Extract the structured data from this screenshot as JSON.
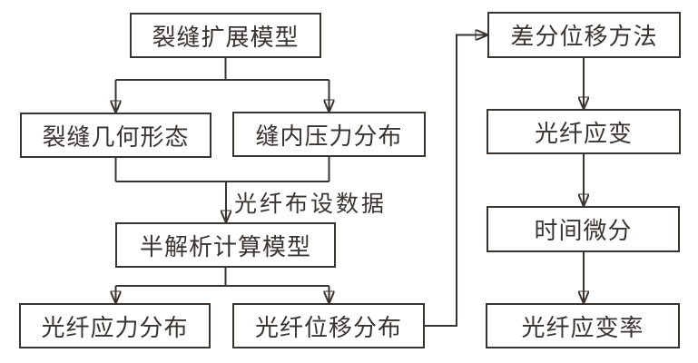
{
  "diagram": {
    "title": "",
    "colors": {
      "line": "#3a3430",
      "background": "#ffffff"
    },
    "nodes": [
      {
        "id": "fracture-propagation-model",
        "label": "裂缝扩展模型"
      },
      {
        "id": "fracture-geometry",
        "label": "裂缝几何形态"
      },
      {
        "id": "in-fracture-pressure-distribution",
        "label": "缝内压力分布"
      },
      {
        "id": "semi-analytical-calculation-model",
        "label": "半解析计算模型"
      },
      {
        "id": "fiber-stress-distribution",
        "label": "光纤应力分布"
      },
      {
        "id": "fiber-displacement-distribution",
        "label": "光纤位移分布"
      },
      {
        "id": "differential-displacement-method",
        "label": "差分位移方法"
      },
      {
        "id": "fiber-strain",
        "label": "光纤应变"
      },
      {
        "id": "time-differentiation",
        "label": "时间微分"
      },
      {
        "id": "fiber-strain-rate",
        "label": "光纤应变率"
      }
    ],
    "edge_label": "光纤布设数据",
    "edges": [
      {
        "from": "裂缝扩展模型",
        "to": "裂缝几何形态",
        "label": ""
      },
      {
        "from": "裂缝扩展模型",
        "to": "缝内压力分布",
        "label": ""
      },
      {
        "from": "裂缝几何形态",
        "to": "半解析计算模型",
        "label": "光纤布设数据"
      },
      {
        "from": "缝内压力分布",
        "to": "半解析计算模型",
        "label": "光纤布设数据"
      },
      {
        "from": "半解析计算模型",
        "to": "光纤应力分布",
        "label": ""
      },
      {
        "from": "半解析计算模型",
        "to": "光纤位移分布",
        "label": ""
      },
      {
        "from": "光纤位移分布",
        "to": "差分位移方法",
        "label": ""
      },
      {
        "from": "差分位移方法",
        "to": "光纤应变",
        "label": ""
      },
      {
        "from": "光纤应变",
        "to": "时间微分",
        "label": ""
      },
      {
        "from": "时间微分",
        "to": "光纤应变率",
        "label": ""
      }
    ]
  }
}
